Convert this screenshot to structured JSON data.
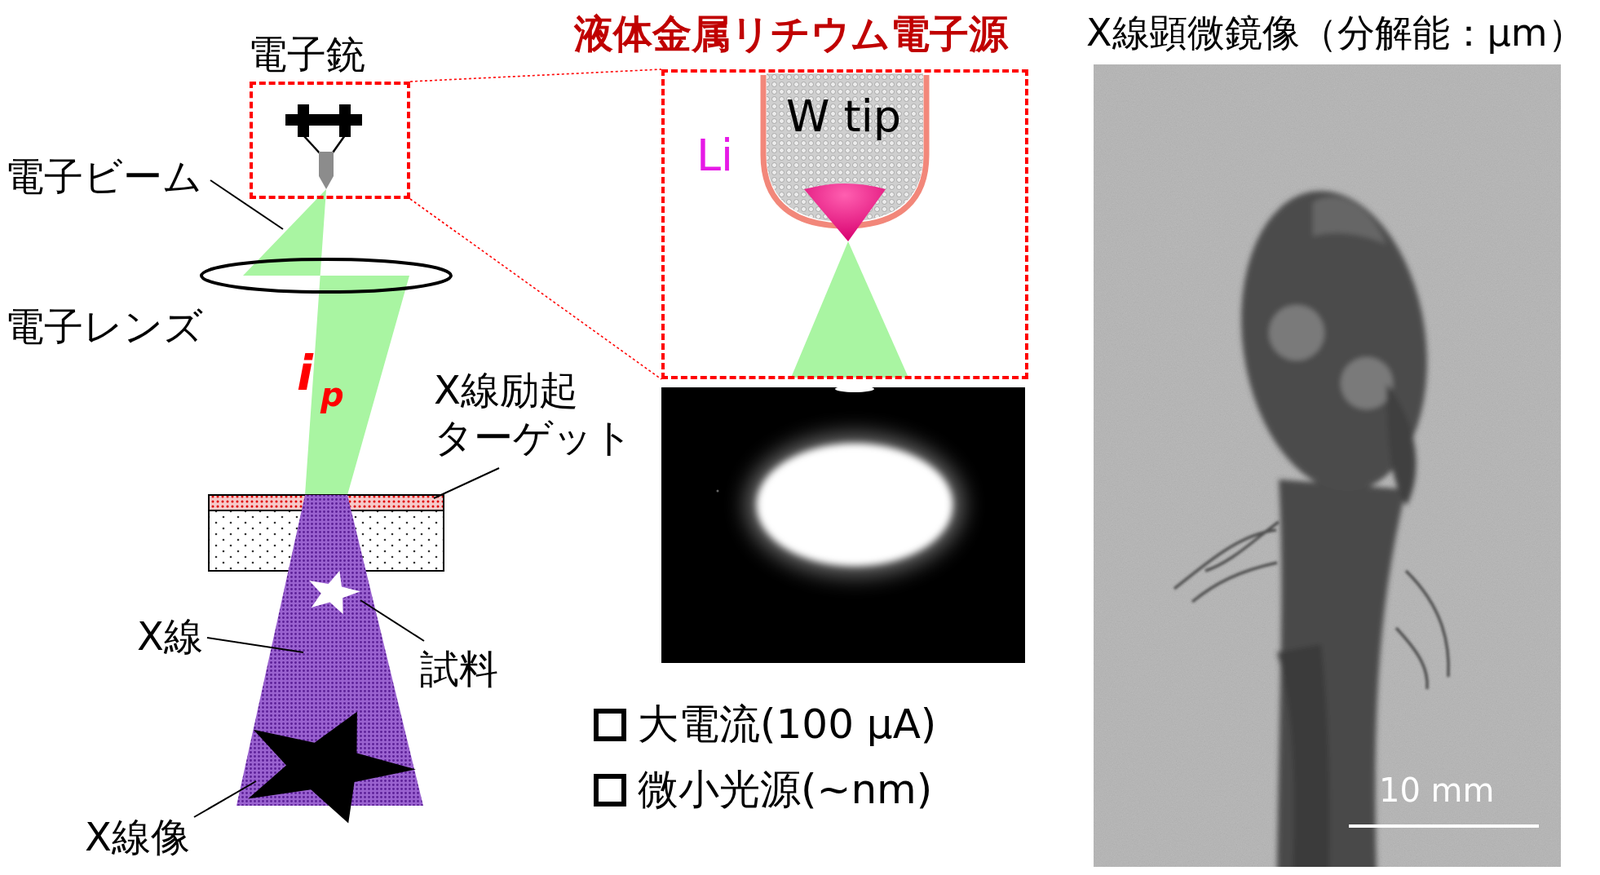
{
  "diagram": {
    "nodes": [
      {
        "text": [
          "電子銃"
        ]
      },
      {
        "text": [
          "液体金属リチウム電子源",
          "Li",
          "W tip"
        ]
      },
      {
        "text": [
          "X線顕微鏡像（分解能：μm）",
          "10 mm"
        ]
      }
    ],
    "edges": [
      {
        "from": 0,
        "to": 1,
        "arrow": "none"
      }
    ],
    "labels": [
      "電子ビーム",
      "電子レンズ",
      "i",
      "p",
      "X線励起 ターゲット",
      "X線",
      "試料",
      "X線像",
      "大電流(100 μA)",
      "微小光源(~nm)"
    ]
  }
}
